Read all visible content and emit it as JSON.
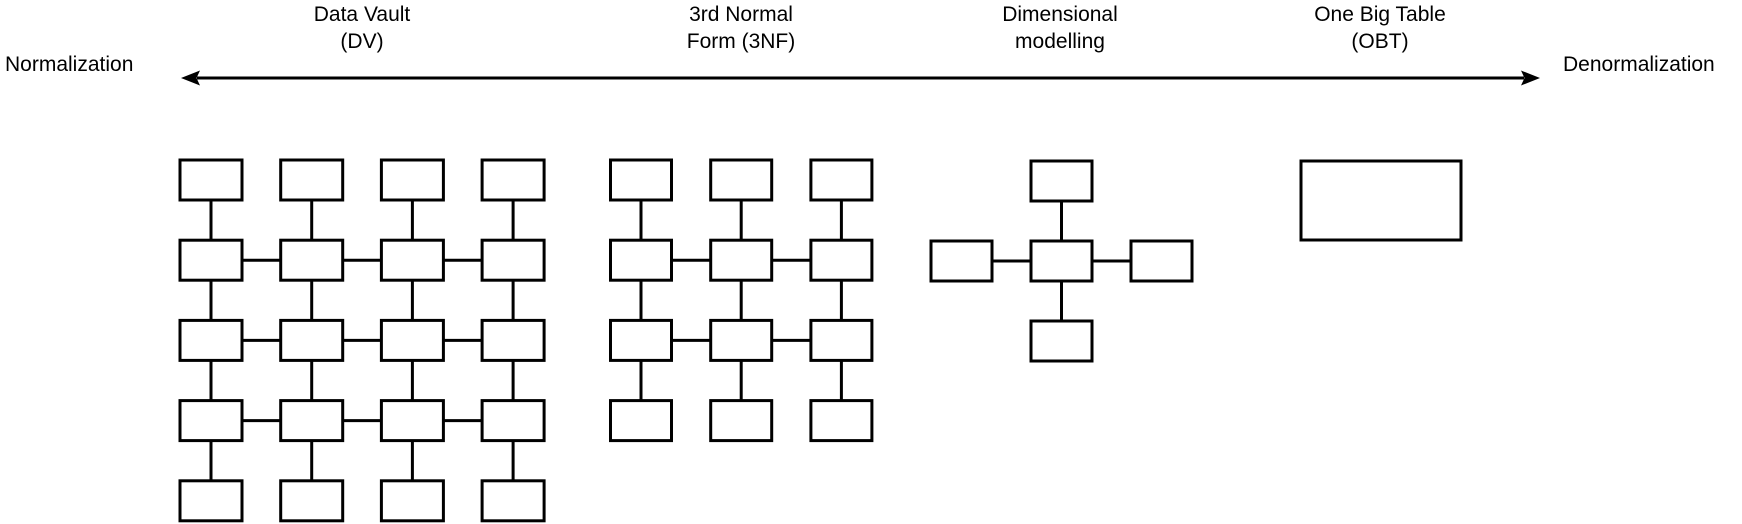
{
  "page": {
    "background": "#ffffff",
    "line_color": "#000000"
  },
  "axis": {
    "left_label": "Normalization",
    "right_label": "Denormalization",
    "arrow": "double-headed"
  },
  "models": [
    {
      "id": "dv",
      "label": [
        "Data Vault",
        "(DV)"
      ],
      "diagram": {
        "type": "grid",
        "cols": 4,
        "rows": 5,
        "horizontal_link_rows": [
          2,
          3,
          4
        ]
      }
    },
    {
      "id": "nf3",
      "label": [
        "3rd Normal",
        "Form (3NF)"
      ],
      "diagram": {
        "type": "grid",
        "cols": 3,
        "rows": 4,
        "horizontal_link_rows": [
          2,
          3
        ]
      }
    },
    {
      "id": "dim",
      "label": [
        "Dimensional",
        "modelling"
      ],
      "diagram": {
        "type": "star",
        "satellites": [
          "top",
          "left",
          "right",
          "bottom"
        ]
      }
    },
    {
      "id": "obt",
      "label": [
        "One Big Table",
        "(OBT)"
      ],
      "diagram": {
        "type": "single_table"
      }
    }
  ]
}
